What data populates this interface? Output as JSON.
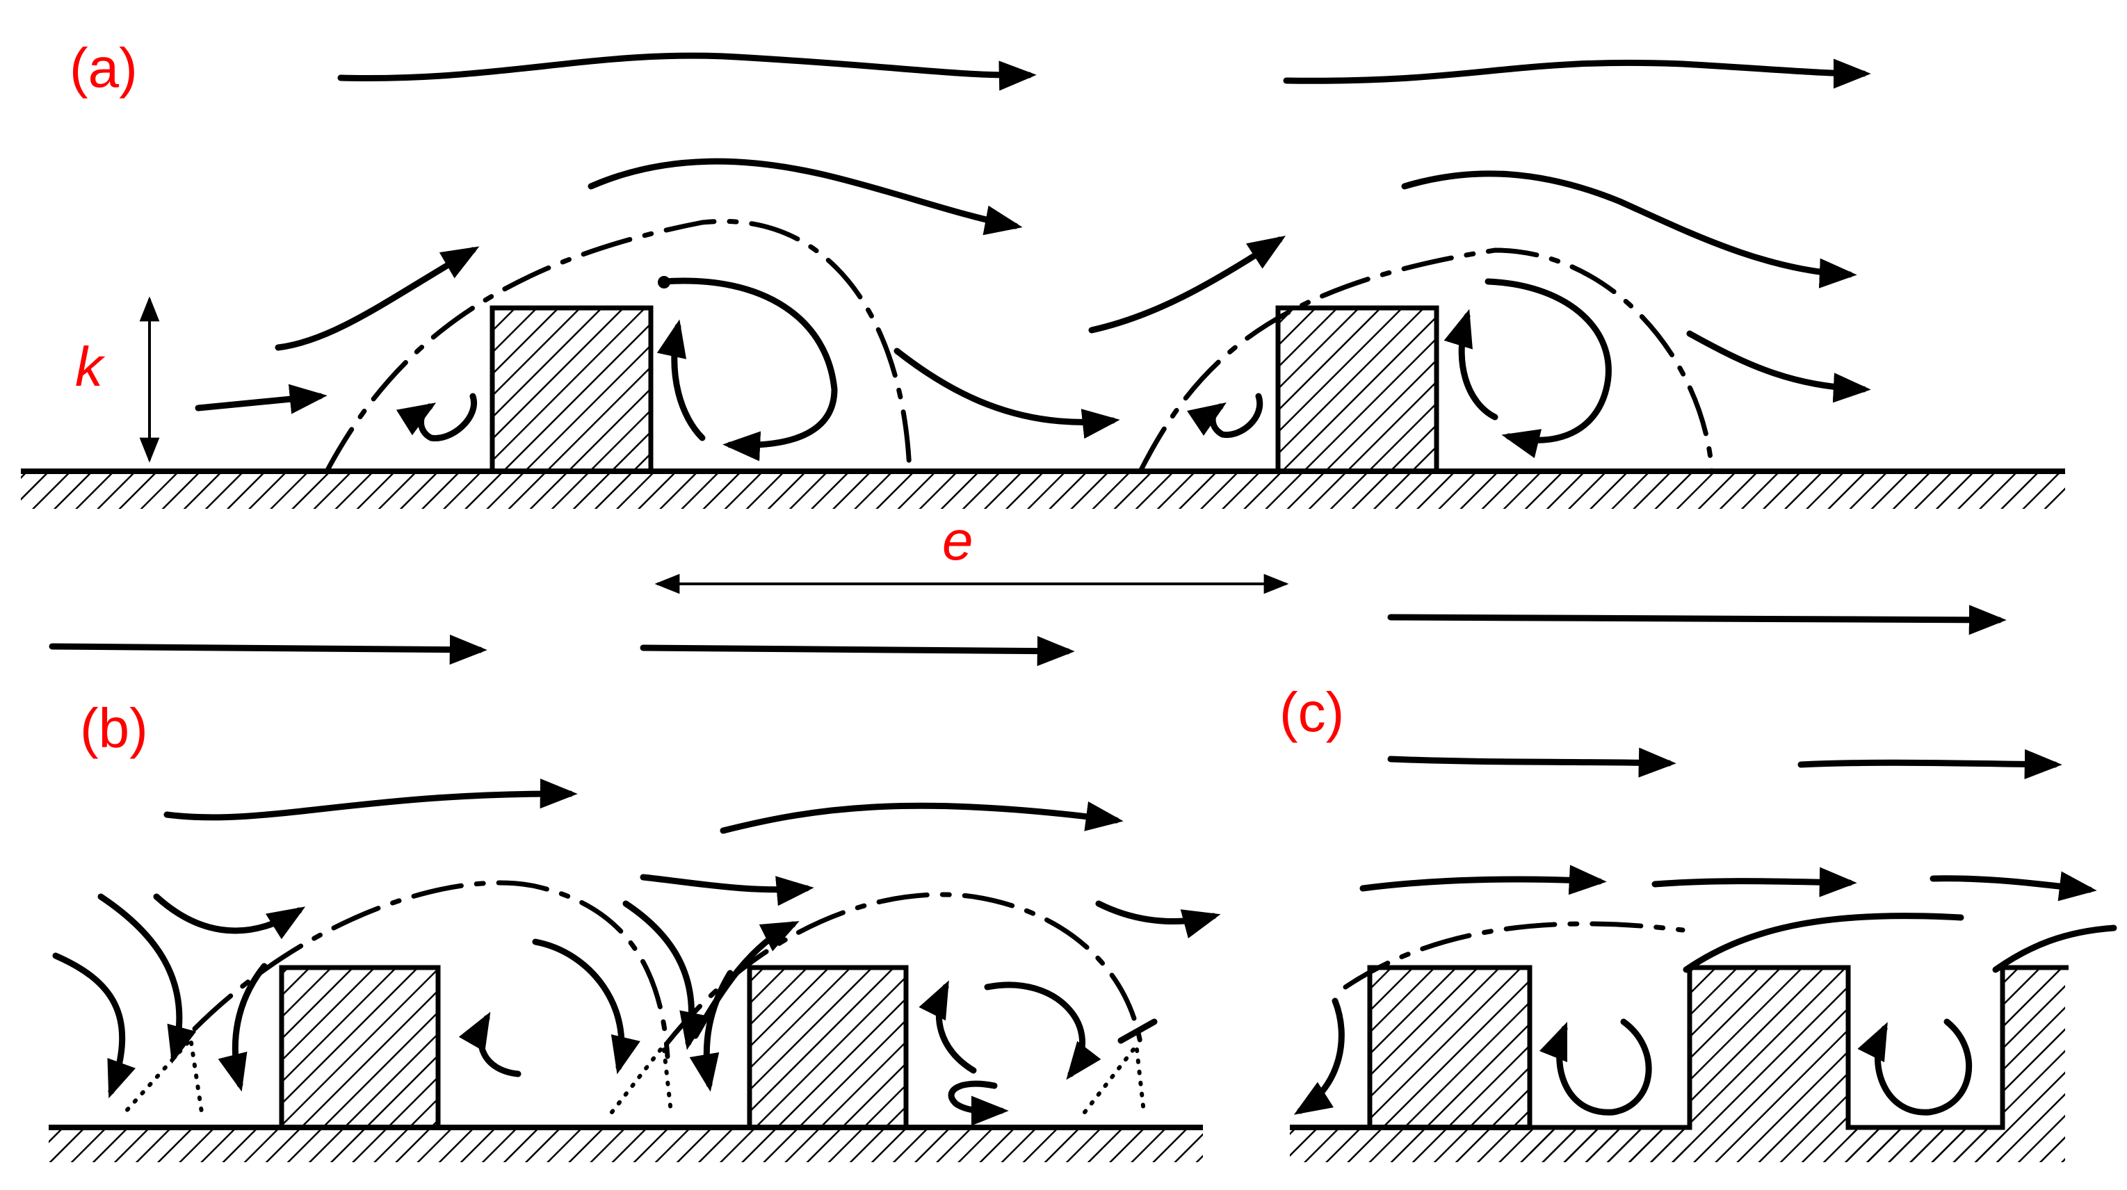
{
  "colors": {
    "label": "#ff0000",
    "ink": "#000000",
    "background": "#ffffff"
  },
  "labels": {
    "panel_a": "(a)",
    "panel_b": "(b)",
    "panel_c": "(c)",
    "roughness_height": "k",
    "spacing": "e"
  }
}
